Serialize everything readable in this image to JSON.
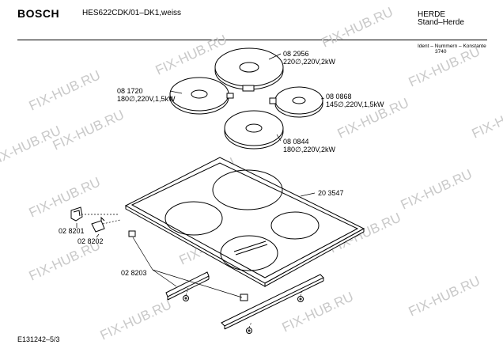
{
  "header": {
    "brand": "BOSCH",
    "model": "HES622CDK/01–DK1,weiss",
    "category_line1": "HERDE",
    "category_line2": "Stand–Herde",
    "ident_label": "Ident – Nummern – Konstante",
    "ident_number": "3740"
  },
  "watermark": "FIX-HUB.RU",
  "parts": [
    {
      "id": "p1",
      "number": "08 2956",
      "spec": "220∅,220V,2kW"
    },
    {
      "id": "p2",
      "number": "08 1720",
      "spec": "180∅,220V,1,5kW"
    },
    {
      "id": "p3",
      "number": "08 0868",
      "spec": "145∅,220V,1,5kW"
    },
    {
      "id": "p4",
      "number": "08 0844",
      "spec": "180∅,220V,2kW"
    },
    {
      "id": "p5",
      "number": "20 3547",
      "spec": ""
    },
    {
      "id": "p6",
      "number": "02 8201",
      "spec": ""
    },
    {
      "id": "p7",
      "number": "02 8202",
      "spec": ""
    },
    {
      "id": "p8",
      "number": "02 8203",
      "spec": ""
    }
  ],
  "footer": {
    "code": "E131242–5/3"
  }
}
